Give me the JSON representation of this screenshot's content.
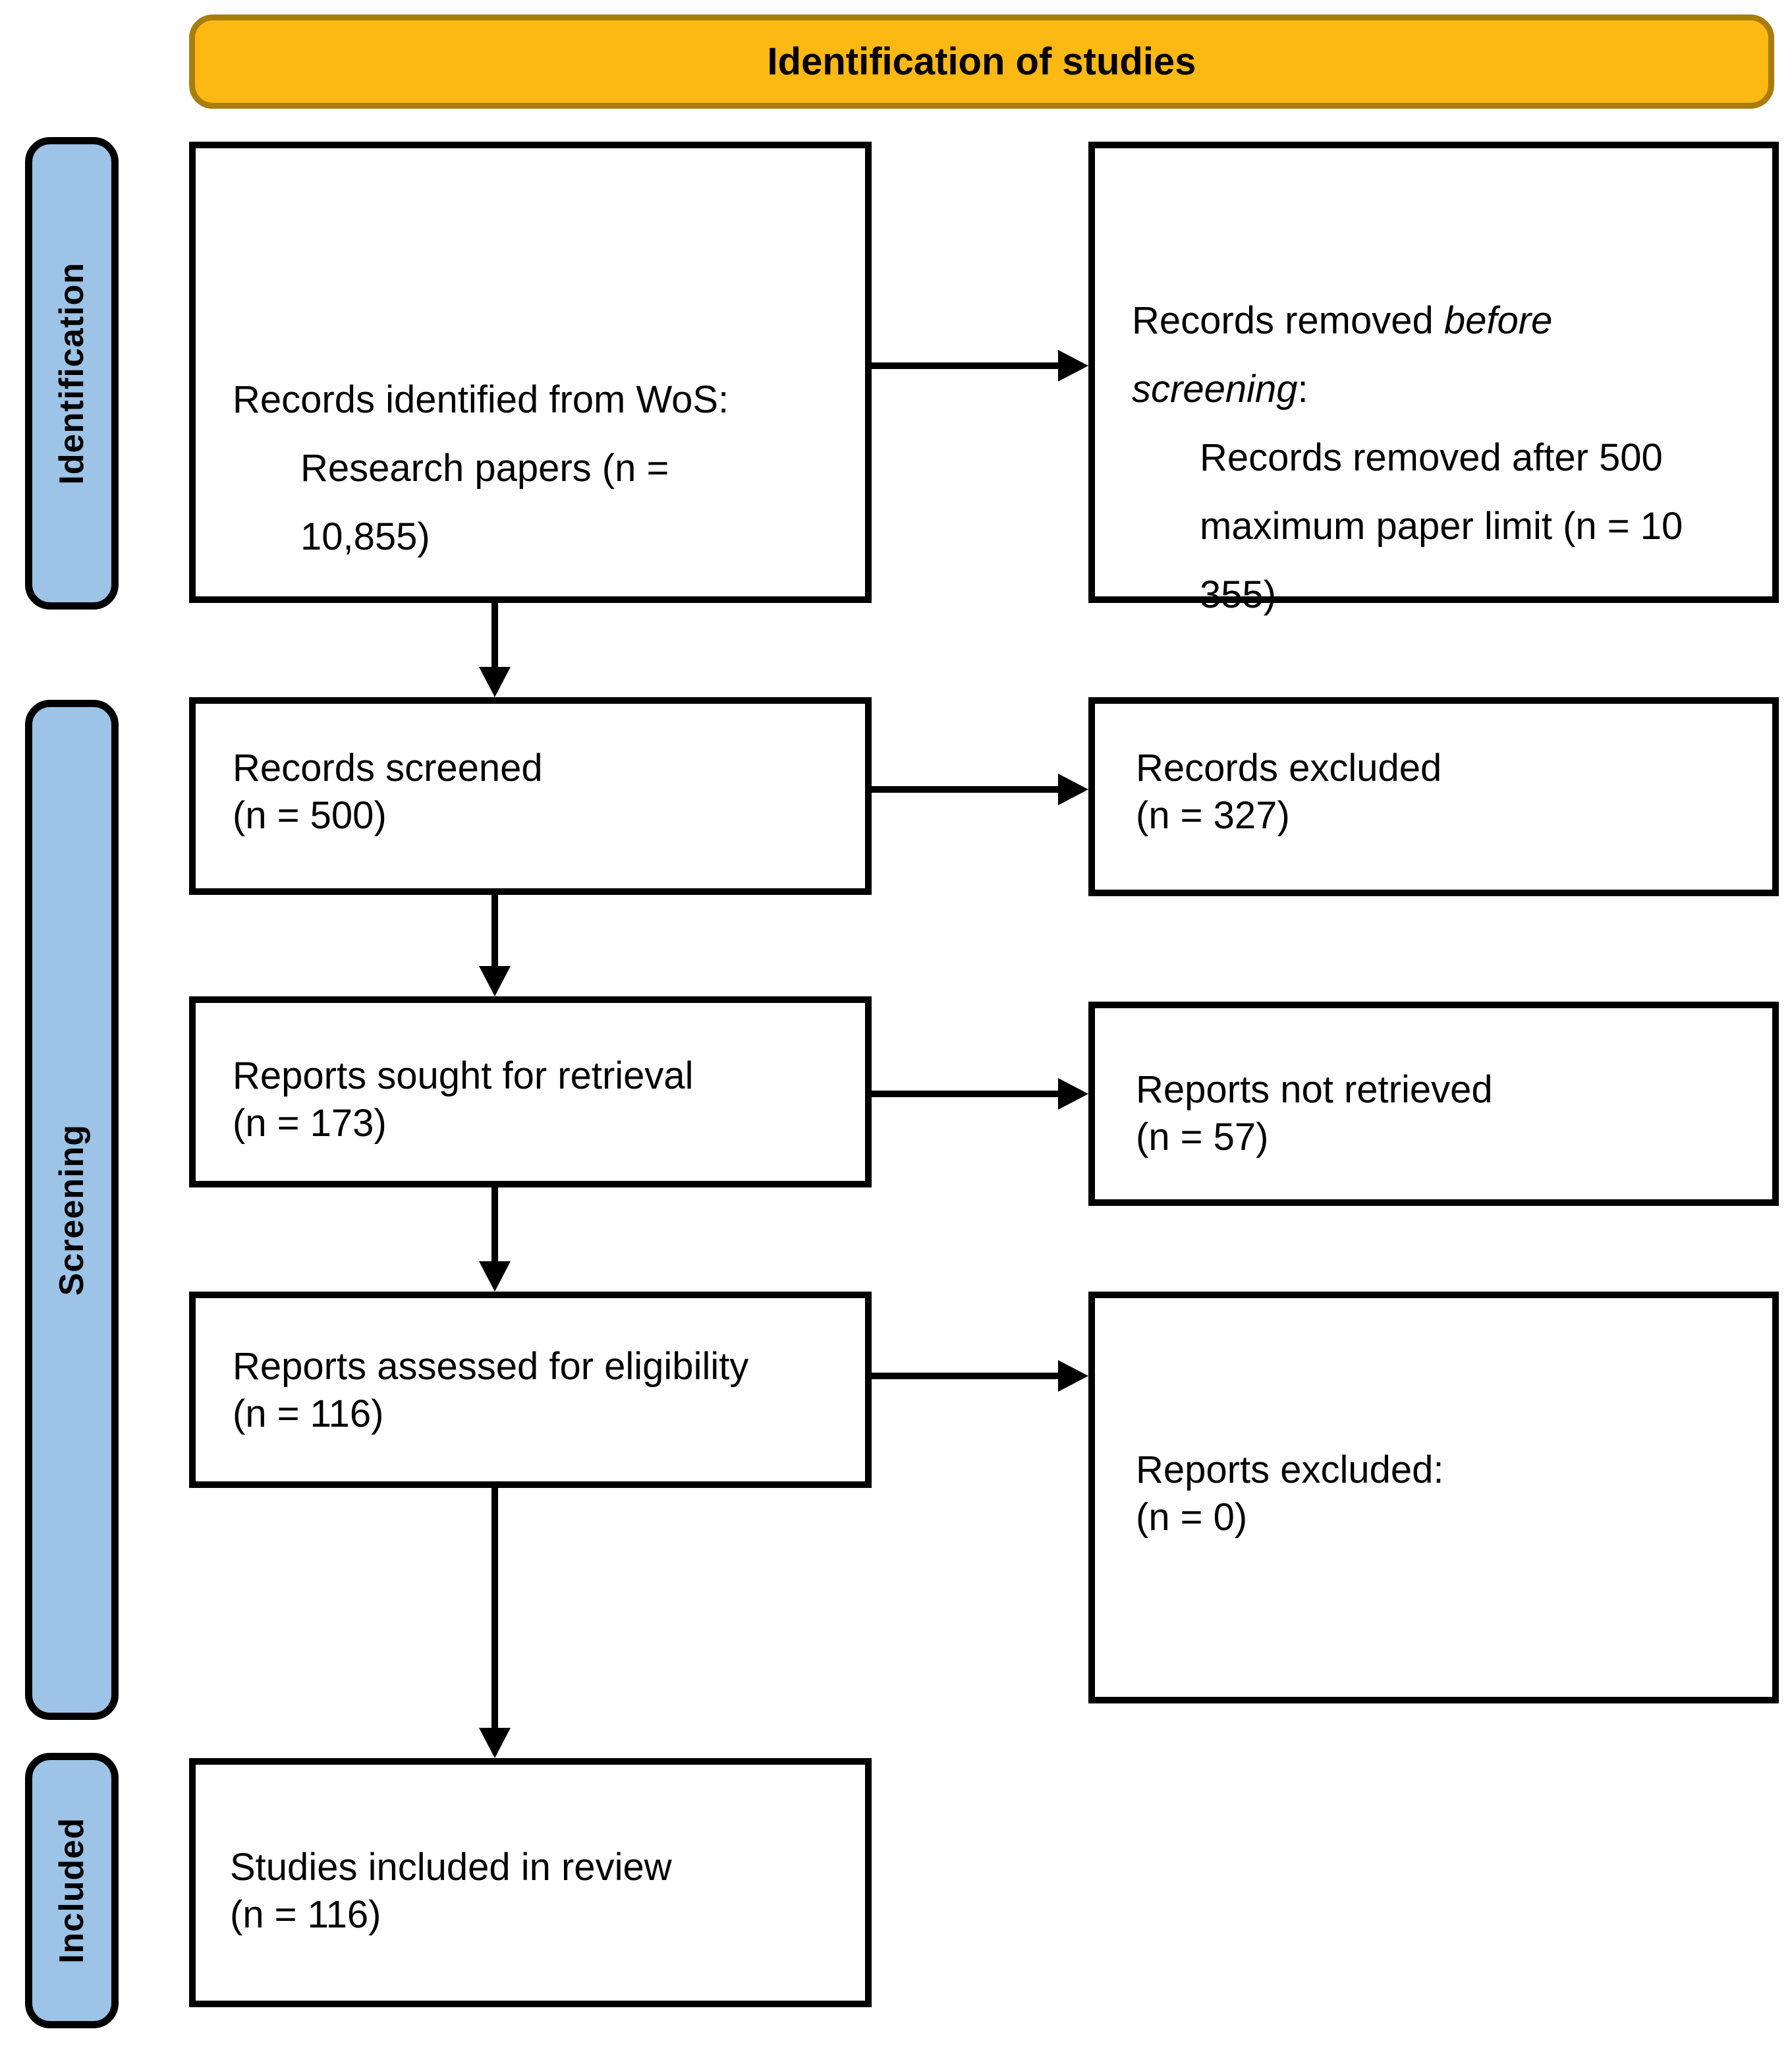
{
  "header": {
    "title": "Identification of studies"
  },
  "sidebar": {
    "identification": "Identification",
    "screening": "Screening",
    "included": "Included"
  },
  "boxes": {
    "identified": {
      "line1": "Records identified from WoS:",
      "line2": "Research papers (n =",
      "line3": "10,855)"
    },
    "removed": {
      "line1a": "Records removed ",
      "line1b": "before",
      "line2a": "screening",
      "line2b": ":",
      "line3": "Records removed after 500",
      "line4": "maximum paper limit (n = 10",
      "line5": "355)"
    },
    "screened": {
      "line1": "Records screened",
      "line2": "(n = 500)"
    },
    "excluded": {
      "line1": "Records excluded",
      "line2": "(n = 327)"
    },
    "sought": {
      "line1": "Reports sought for retrieval",
      "line2": "(n = 173)"
    },
    "not_retrieved": {
      "line1": "Reports not retrieved",
      "line2": "(n = 57)"
    },
    "assessed": {
      "line1": "Reports assessed for eligibility",
      "line2": "(n = 116)"
    },
    "reports_excluded": {
      "line1": "Reports excluded:",
      "line2": "(n = 0)"
    },
    "included_review": {
      "line1": "Studies included in review",
      "line2": "(n = 116)"
    }
  },
  "colors": {
    "banner_fill": "#FCB813",
    "banner_border": "#A87D0B",
    "stage_fill": "#9DC3E6",
    "box_border": "#000000",
    "arrow": "#000000"
  }
}
